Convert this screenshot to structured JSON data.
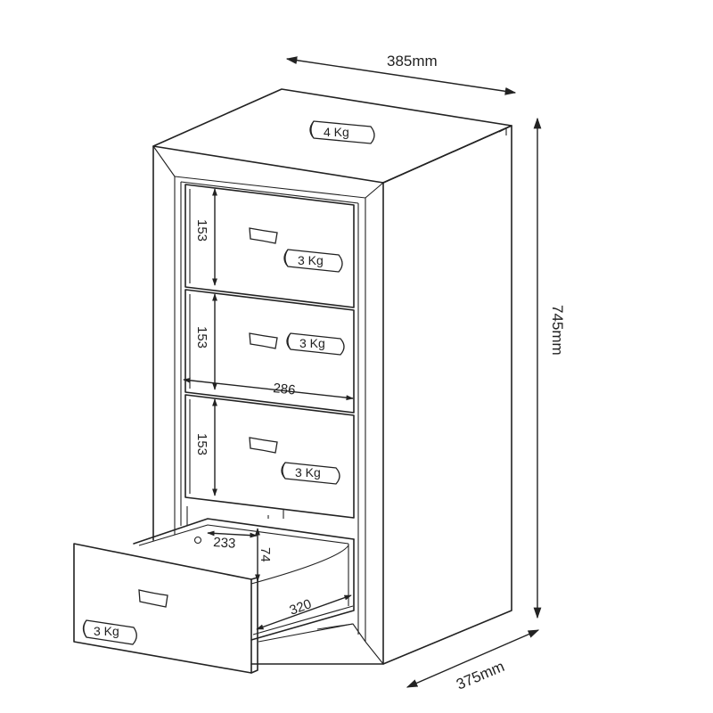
{
  "dimensions": {
    "width": "385mm",
    "height": "745mm",
    "depth": "375mm"
  },
  "weights": {
    "top": "4 Kg",
    "drawer1": "3 Kg",
    "drawer2": "3 Kg",
    "drawer3": "3 Kg",
    "drawer4": "3 Kg"
  },
  "drawer_dims": {
    "drawer1_height": "153",
    "drawer2_height": "153",
    "drawer3_height": "153",
    "front_width": "286",
    "inner_width": "233",
    "inner_height": "74",
    "inner_depth": "320"
  }
}
